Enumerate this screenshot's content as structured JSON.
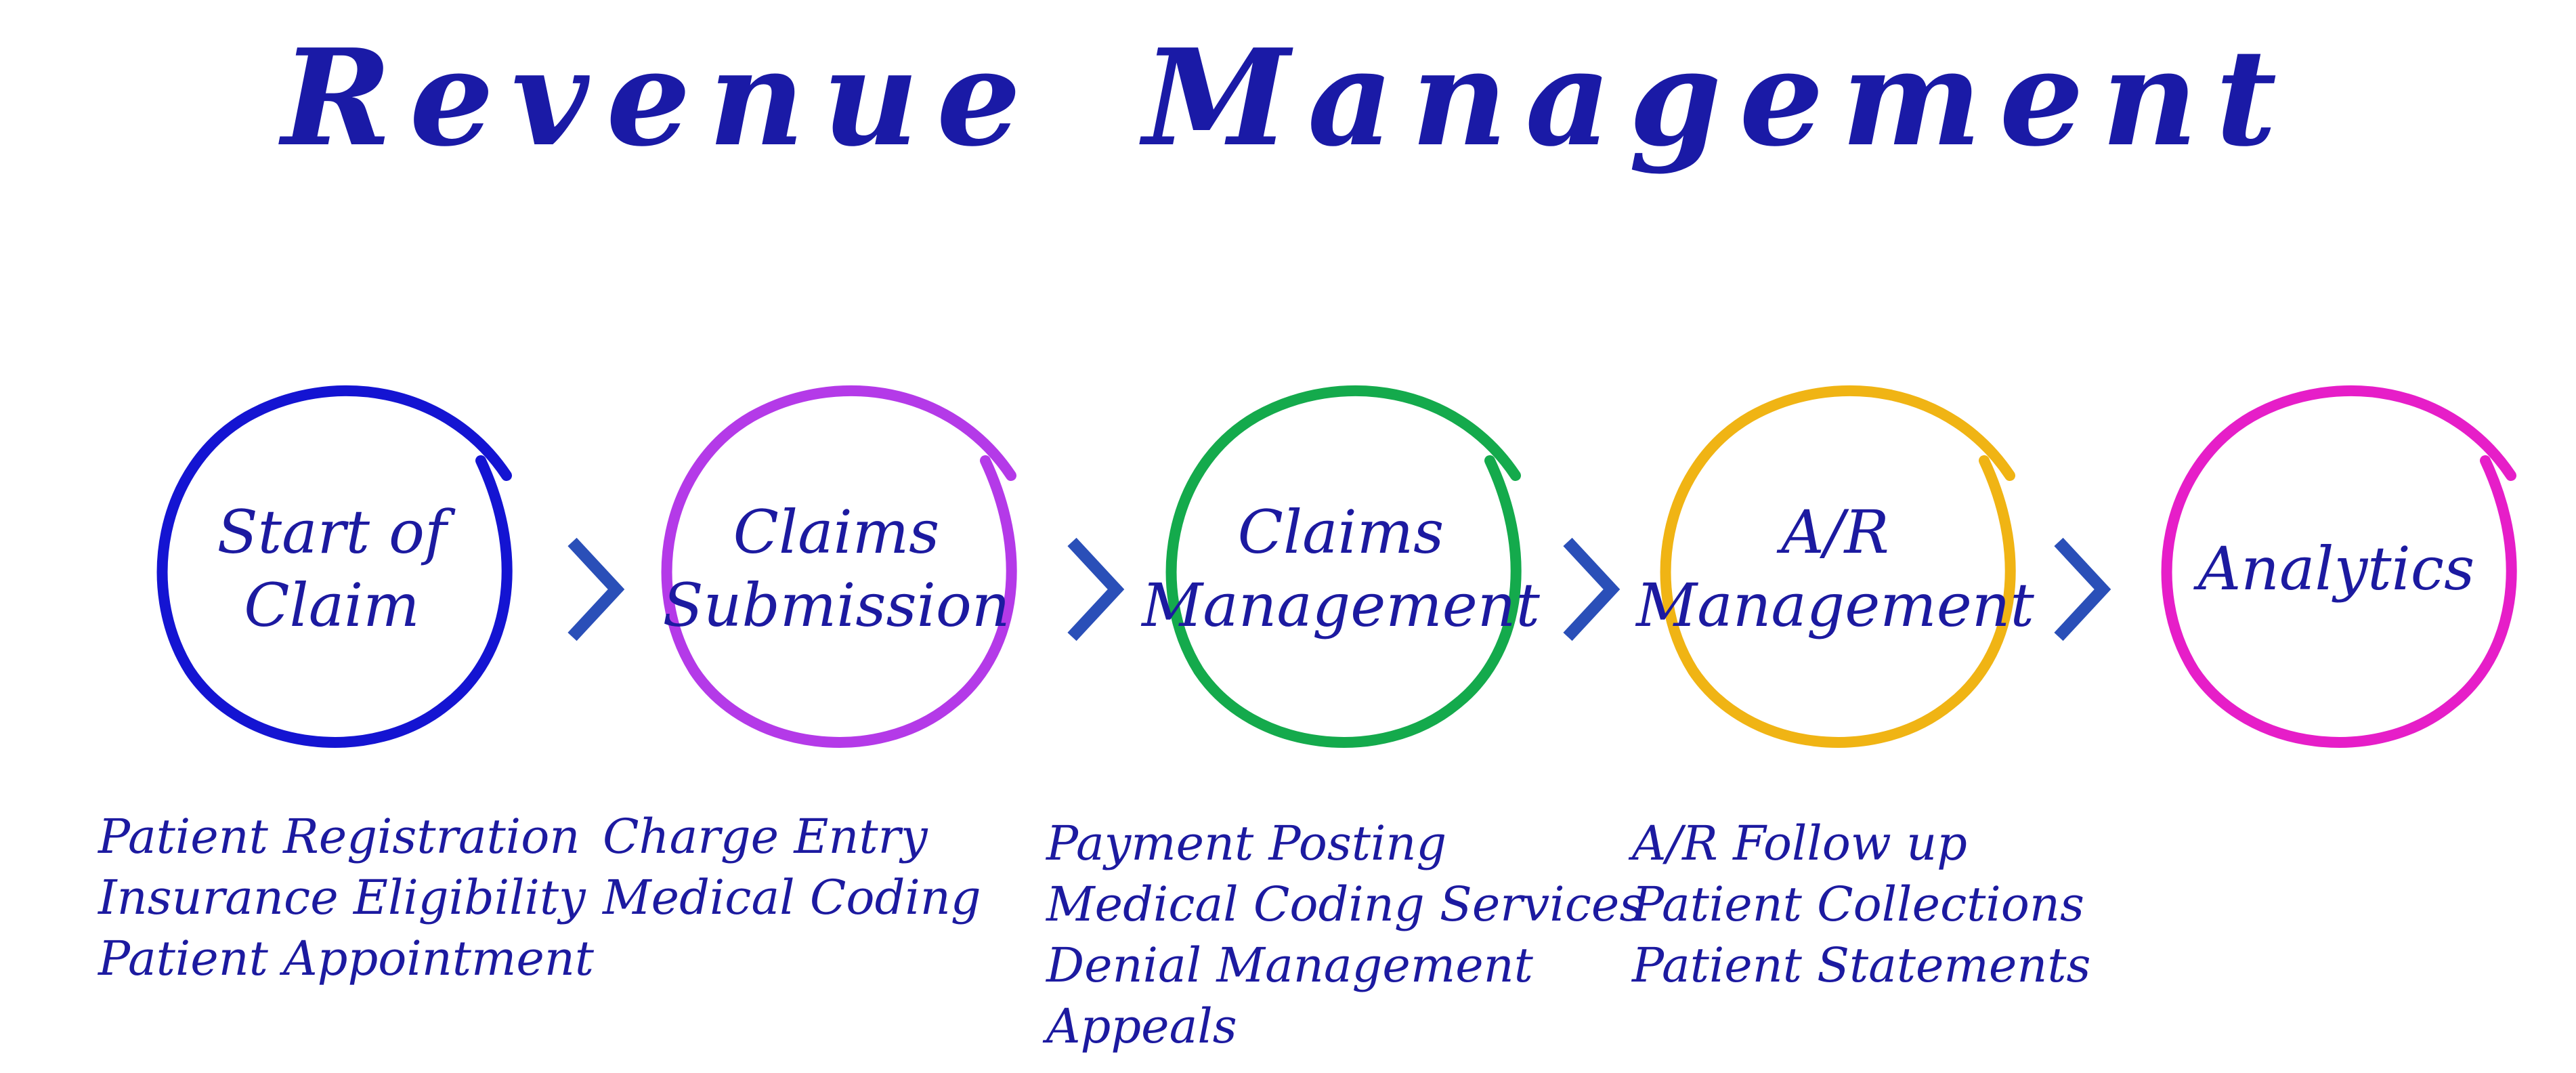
{
  "title": "Revenue Management",
  "stages": [
    {
      "label_lines": [
        "Start of",
        "Claim"
      ],
      "color": "#1414d2",
      "items": [
        "Patient Registration",
        "Insurance Eligibility",
        "Patient Appointment"
      ]
    },
    {
      "label_lines": [
        "Claims",
        "Submission"
      ],
      "color": "#b43ae8",
      "items": [
        "Charge Entry",
        "Medical Coding"
      ]
    },
    {
      "label_lines": [
        "Claims",
        "Management"
      ],
      "color": "#14aa4c",
      "items": [
        "Payment Posting",
        "Medical Coding Services",
        "Denial Management",
        "Appeals"
      ]
    },
    {
      "label_lines": [
        "A/R",
        "Management"
      ],
      "color": "#f0b414",
      "items": [
        "A/R Follow up",
        "Patient Collections",
        "Patient Statements"
      ]
    },
    {
      "label_lines": [
        "Analytics"
      ],
      "color": "#e61ec8",
      "items": []
    }
  ],
  "arrow_color": "#2a4fb8"
}
